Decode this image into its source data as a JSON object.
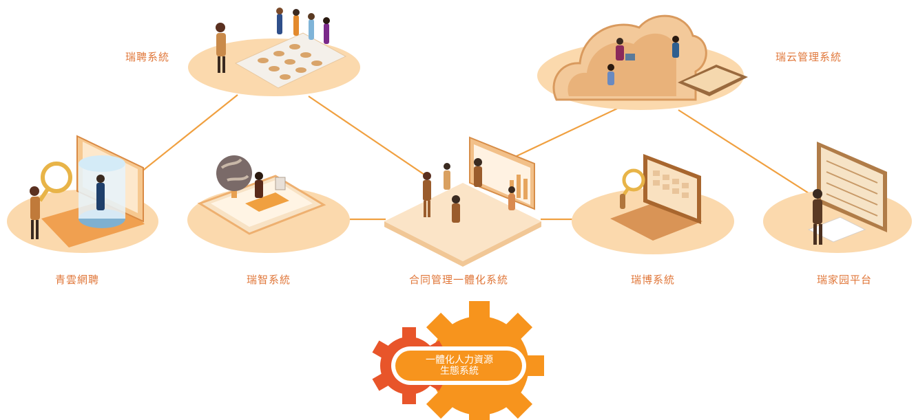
{
  "nodes": {
    "ruipin": "瑞聘系統",
    "ruiyun": "瑞云管理系統",
    "qingyun": "青雲網聘",
    "ruizhi": "瑞智系統",
    "contract": "合同管理一體化系統",
    "ruibo": "瑞博系統",
    "ruijiayuan": "瑞家园平台"
  },
  "center": {
    "line1": "一體化人力資源",
    "line2": "生態系統"
  },
  "colors": {
    "accent": "#e0773a",
    "line": "#f0a040",
    "platform": "#fbd9ad",
    "gear_large": "#f7941d",
    "gear_small": "#e8552a"
  }
}
